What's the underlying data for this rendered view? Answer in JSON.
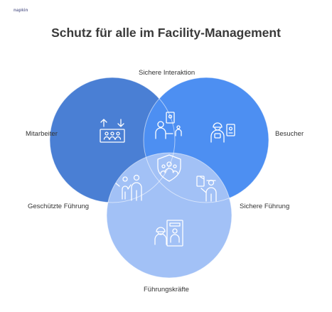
{
  "logo_text": "napkin",
  "title": "Schutz für alle im Facility-Management",
  "labels": {
    "top": "Sichere Interaktion",
    "left": "Mitarbeiter",
    "right": "Besucher",
    "bottom_left": "Geschützte Führung",
    "bottom_right": "Sichere Führung",
    "bottom": "Führungskräfte"
  },
  "colors": {
    "mitarbeiter": "#4a7fd4",
    "besucher": "#4d8ff2",
    "fuehrungskraefte": "#a2c1f6",
    "icon": "#ffffff"
  },
  "icons": [
    "group-elevator-icon",
    "badge-handover-icon",
    "visitor-id-icon",
    "protected-team-icon",
    "escort-guide-icon",
    "doorway-pair-icon",
    "team-shield-icon"
  ]
}
